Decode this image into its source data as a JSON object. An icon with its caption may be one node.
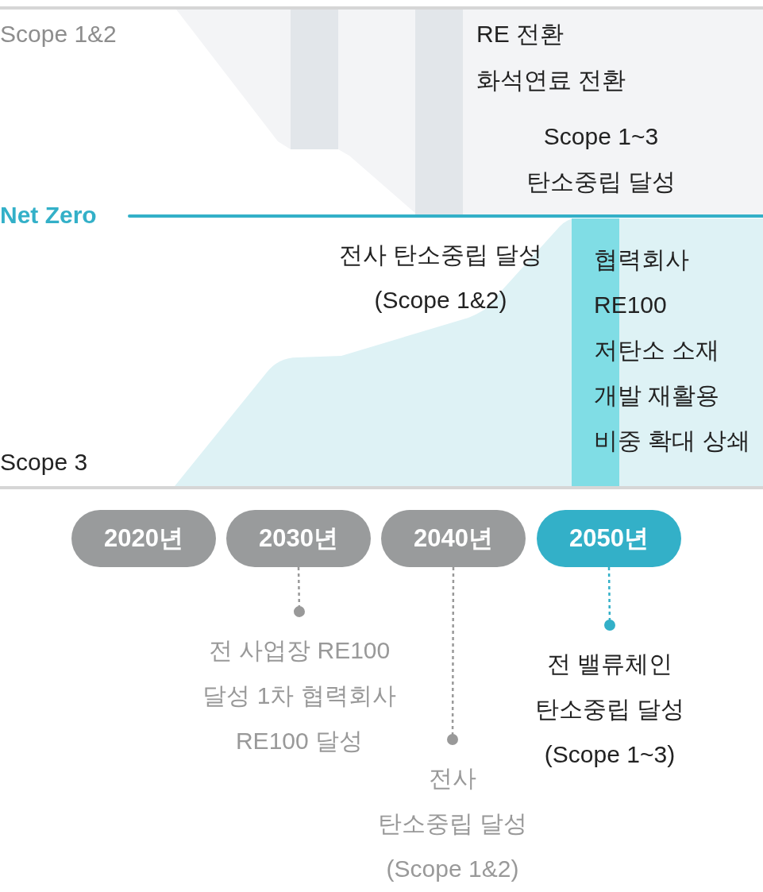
{
  "diagram": {
    "nodes": [
      {
        "text": [
          "2020년"
        ]
      },
      {
        "text": [
          "2030년"
        ]
      },
      {
        "text": [
          "2040년"
        ]
      },
      {
        "text": [
          "2050년"
        ]
      },
      {
        "text": [
          "전 사업장 RE100 달성 1차 협력회사 RE100 달성"
        ]
      },
      {
        "text": [
          "전사",
          "탄소중립 달성 (Scope 1&2)"
        ]
      },
      {
        "text": [
          "전 밸류체인 탄소중립 달성 (Scope 1~3)"
        ]
      }
    ],
    "edges": [
      {
        "from": 1,
        "to": 4,
        "arrow": "other",
        "style": "dashed"
      },
      {
        "from": 2,
        "to": 5,
        "arrow": "other",
        "style": "dashed"
      },
      {
        "from": 3,
        "to": 6,
        "arrow": "other",
        "style": "dashed",
        "color": "#33b0c8"
      }
    ],
    "labels": [
      "Scope 1&2",
      "RE 전환",
      "화석연료 전환",
      "Scope 1~3 탄소중립 달성",
      "Net Zero",
      "전사 탄소중립 달성 (Scope 1&2)",
      "협력회사",
      "RE100",
      "저탄소 소재",
      "개발 재활용",
      "비중 확대 상쇄",
      "Scope 3"
    ]
  }
}
